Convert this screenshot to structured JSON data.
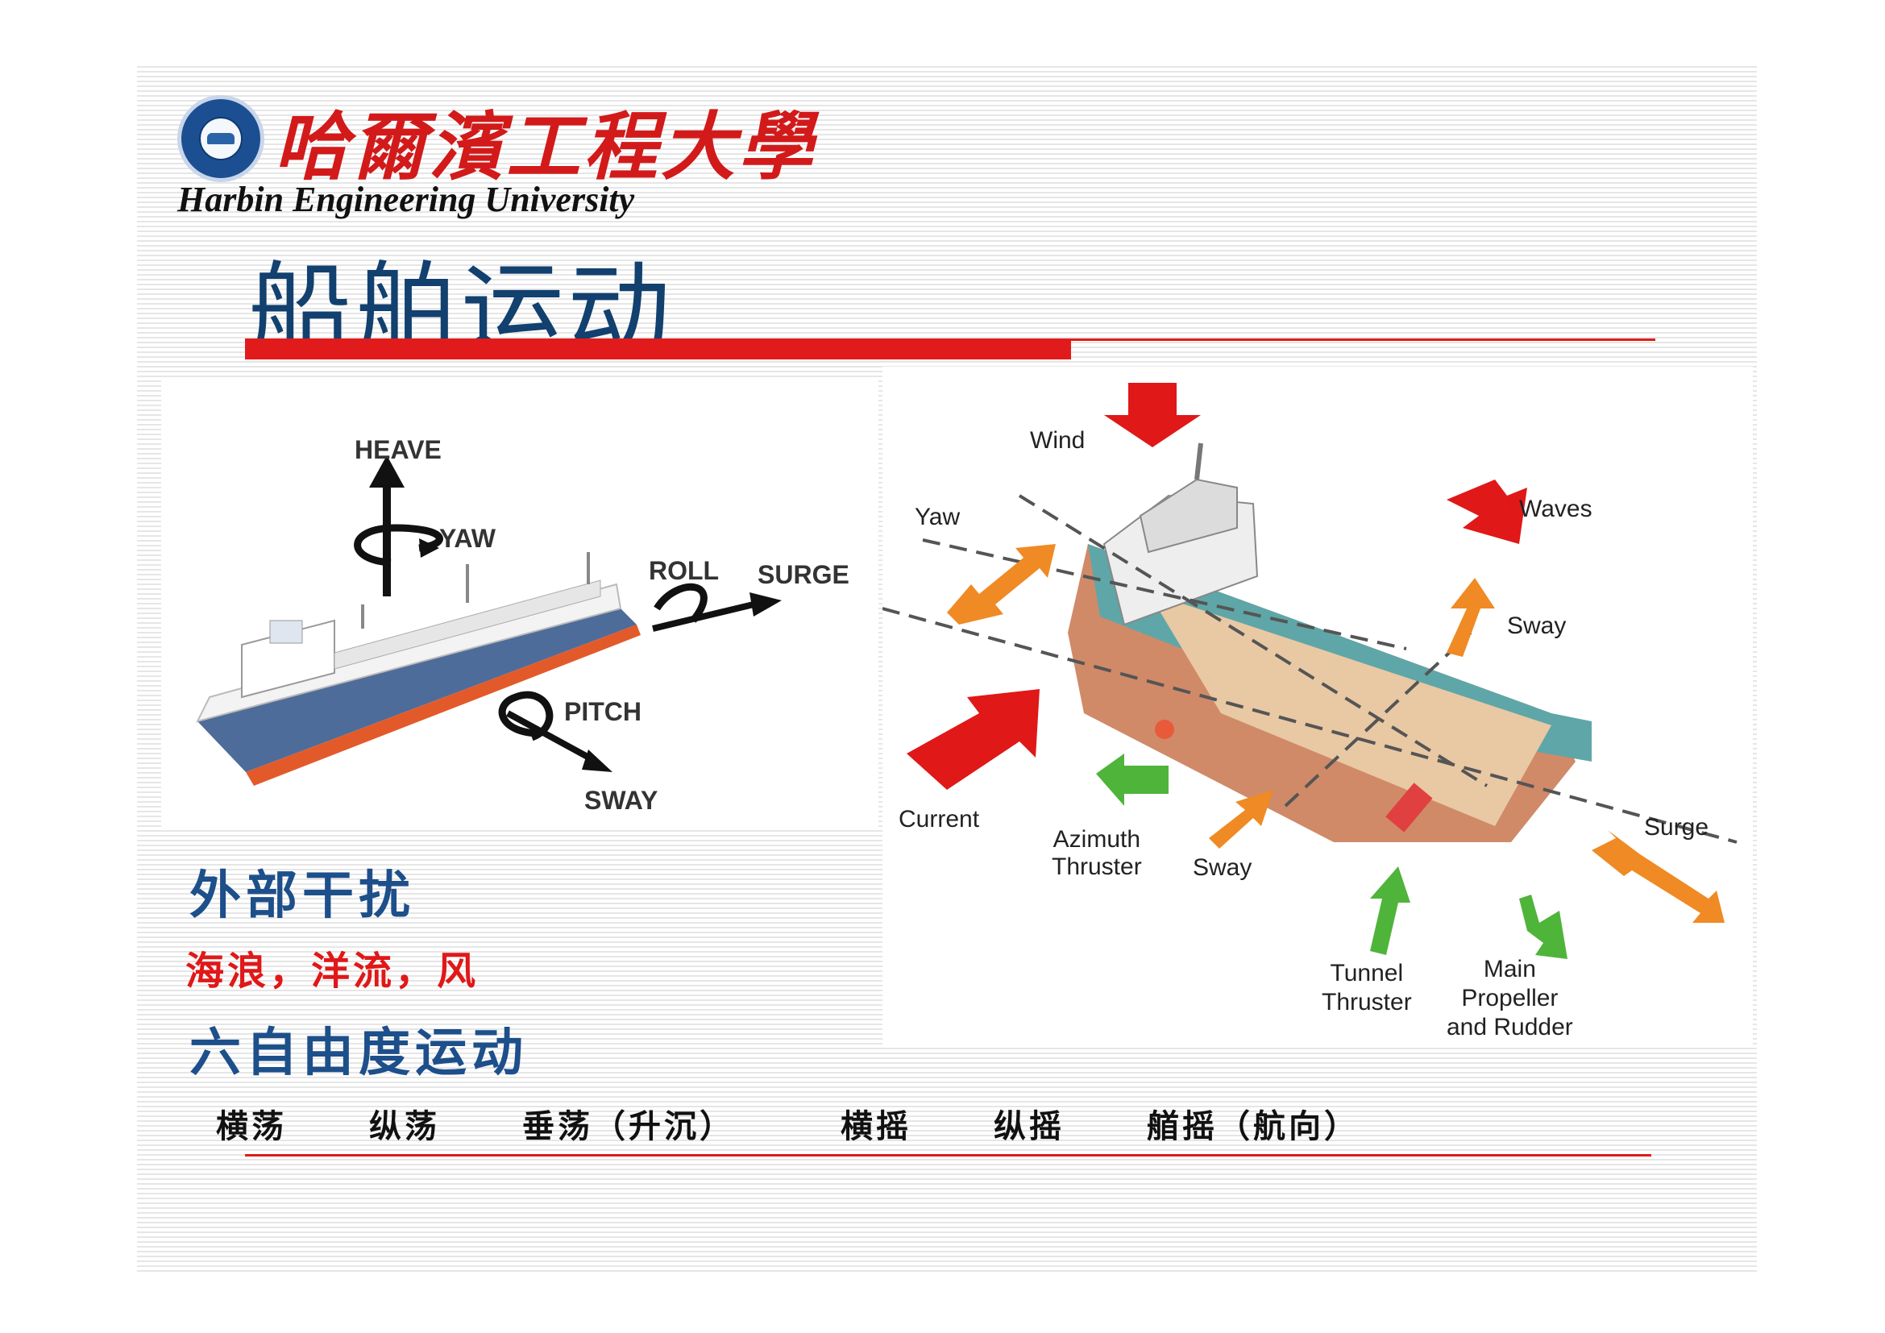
{
  "header": {
    "university_cn": "哈爾濱工程大學",
    "university_en": "Harbin Engineering University"
  },
  "page_title": "船舶运动",
  "left_diagram": {
    "labels": {
      "heave": "HEAVE",
      "yaw": "YAW",
      "roll": "ROLL",
      "surge": "SURGE",
      "pitch": "PITCH",
      "sway": "SWAY"
    }
  },
  "right_diagram": {
    "labels": {
      "wind": "Wind",
      "yaw": "Yaw",
      "waves": "Waves",
      "sway_top": "Sway",
      "current": "Current",
      "azimuth_1": "Azimuth",
      "azimuth_2": "Thruster",
      "sway_bottom": "Sway",
      "surge": "Surge",
      "tunnel_1": "Tunnel",
      "tunnel_2": "Thruster",
      "main_1": "Main",
      "main_2": "Propeller",
      "main_3": "and Rudder"
    }
  },
  "sections": {
    "external_disturbance": "外部干扰",
    "disturbances": "海浪，洋流，风",
    "six_dof": "六自由度运动"
  },
  "motions": [
    "横荡",
    "纵荡",
    "垂荡（升沉）",
    "横摇",
    "纵摇",
    "艏摇（航向）"
  ],
  "colors": {
    "title_blue": "#12406f",
    "accent_red": "#e11b1b",
    "arrow_orange": "#f08a24",
    "arrow_green": "#4fb43a",
    "hull_teal": "#5fa6a8",
    "deck_tan": "#e9c8a4"
  }
}
